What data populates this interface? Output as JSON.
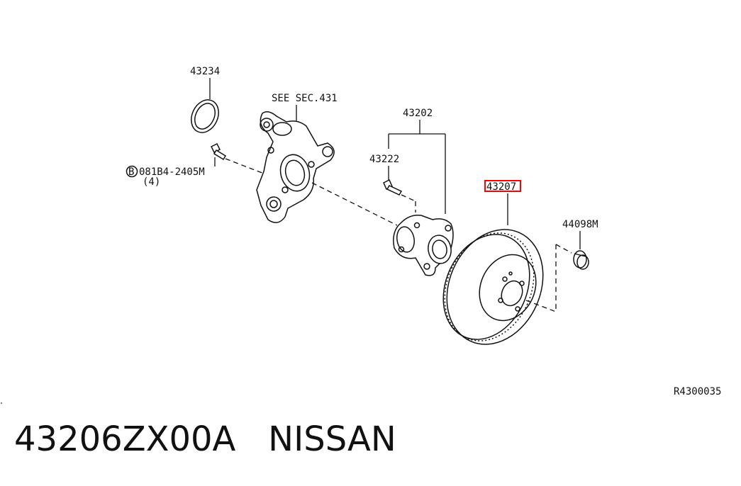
{
  "labels": {
    "seal": "43234",
    "see_sec": "SEE SEC.431",
    "hub_assembly": "43202",
    "hub_bolt": "43222",
    "bolt_circle": "B",
    "bolt": "081B4-2405M",
    "bolt_qty": "(4)",
    "rotor": "43207",
    "plug": "44098M",
    "ref": "R4300035"
  },
  "highlight_color": "#ff0000",
  "footer": {
    "part_number": "43206ZX00A",
    "brand": "NISSAN"
  }
}
